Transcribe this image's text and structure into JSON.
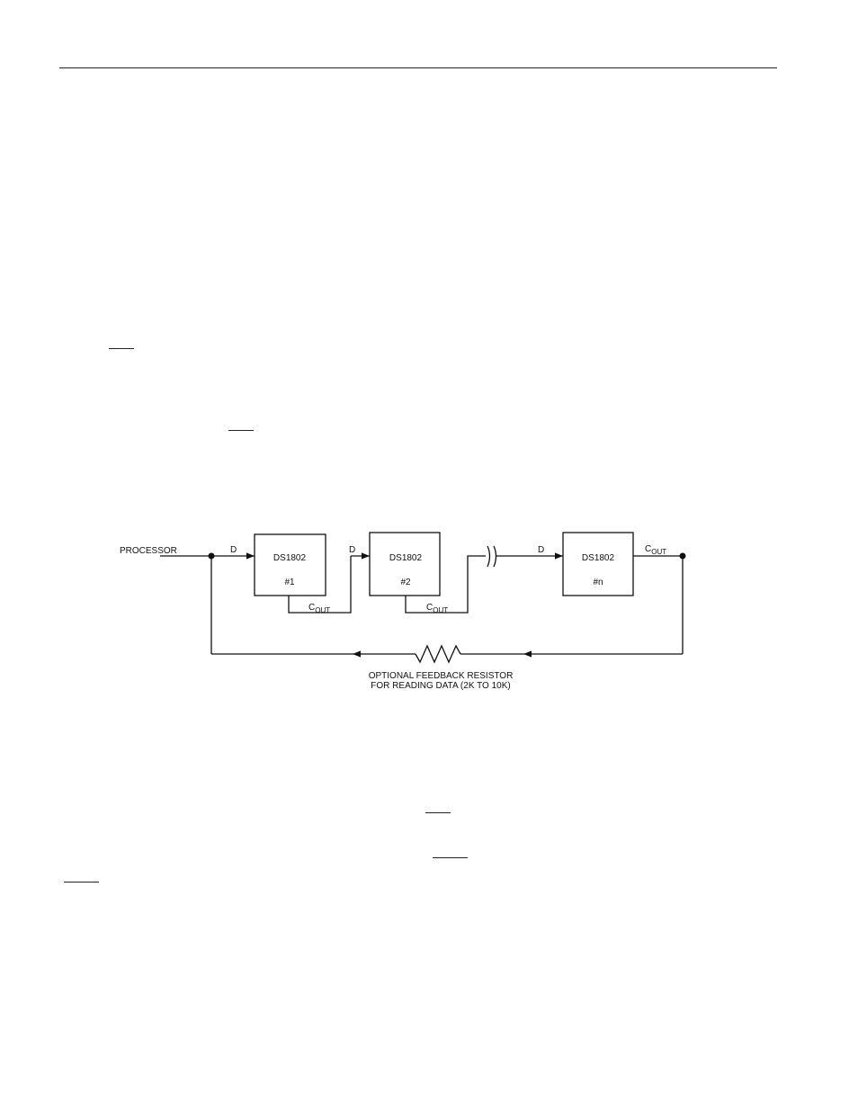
{
  "diagram": {
    "processor_label": "PROCESSOR",
    "data_label": "D",
    "cout_main": "C",
    "cout_sub": "OUT",
    "devices": [
      {
        "name": "DS1802",
        "index": "#1"
      },
      {
        "name": "DS1802",
        "index": "#2"
      },
      {
        "name": "DS1802",
        "index": "#n"
      }
    ],
    "resistor_caption_line1": "OPTIONAL FEEDBACK RESISTOR",
    "resistor_caption_line2": "FOR READING DATA (2K TO 10K)"
  }
}
